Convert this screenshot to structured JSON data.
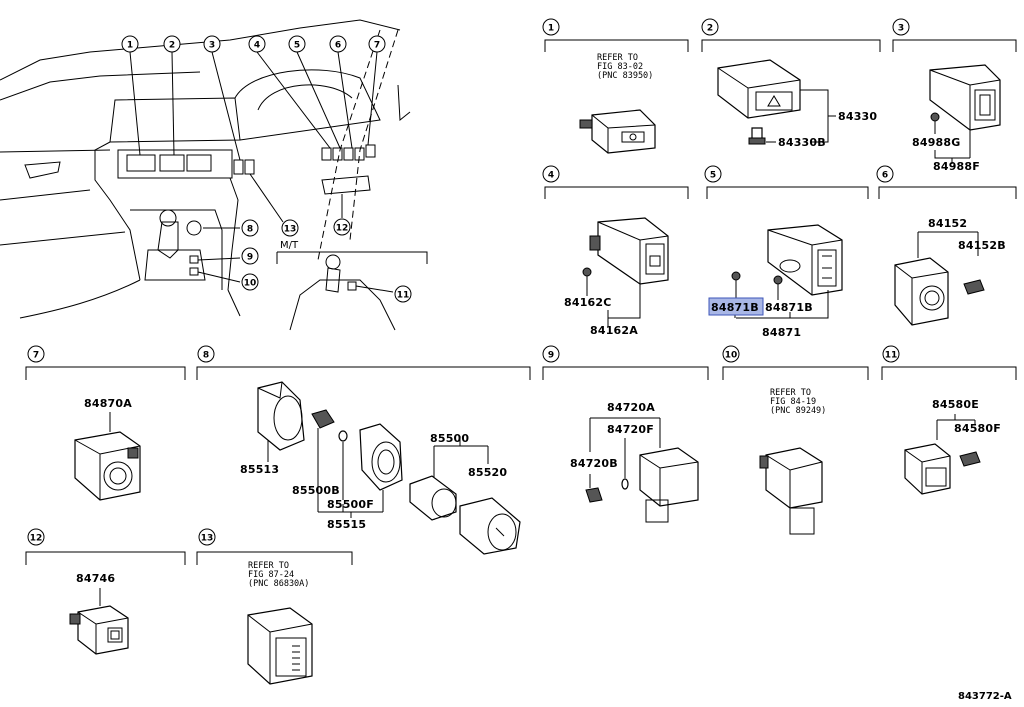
{
  "diagram": {
    "footer_code": "843772-A",
    "mt_label": "M/T",
    "overview_callouts": [
      "1",
      "2",
      "3",
      "4",
      "5",
      "6",
      "7",
      "8",
      "9",
      "10",
      "11",
      "12",
      "13"
    ],
    "panels": [
      {
        "id": "1",
        "ref_lines": [
          "REFER TO",
          "FIG 83-02",
          "(PNC 83950)"
        ]
      },
      {
        "id": "2",
        "parts": [
          "84330",
          "84330B"
        ]
      },
      {
        "id": "3",
        "parts": [
          "84988G",
          "84988F"
        ]
      },
      {
        "id": "4",
        "parts": [
          "84162C",
          "84162A"
        ]
      },
      {
        "id": "5",
        "parts": [
          "84871B",
          "84871B",
          "84871"
        ],
        "highlighted": "84871B"
      },
      {
        "id": "6",
        "parts": [
          "84152",
          "84152B"
        ]
      },
      {
        "id": "7",
        "parts": [
          "84870A"
        ]
      },
      {
        "id": "8",
        "parts": [
          "85513",
          "85500B",
          "85500F",
          "85515",
          "85500",
          "85520"
        ]
      },
      {
        "id": "9",
        "parts": [
          "84720A",
          "84720F",
          "84720B"
        ]
      },
      {
        "id": "10",
        "ref_lines": [
          "REFER TO",
          "FIG 84-19",
          "(PNC 89249)"
        ]
      },
      {
        "id": "11",
        "parts": [
          "84580E",
          "84580F"
        ]
      },
      {
        "id": "12",
        "parts": [
          "84746"
        ]
      },
      {
        "id": "13",
        "ref_lines": [
          "REFER TO",
          "FIG 87-24",
          "(PNC 86830A)"
        ]
      }
    ]
  }
}
